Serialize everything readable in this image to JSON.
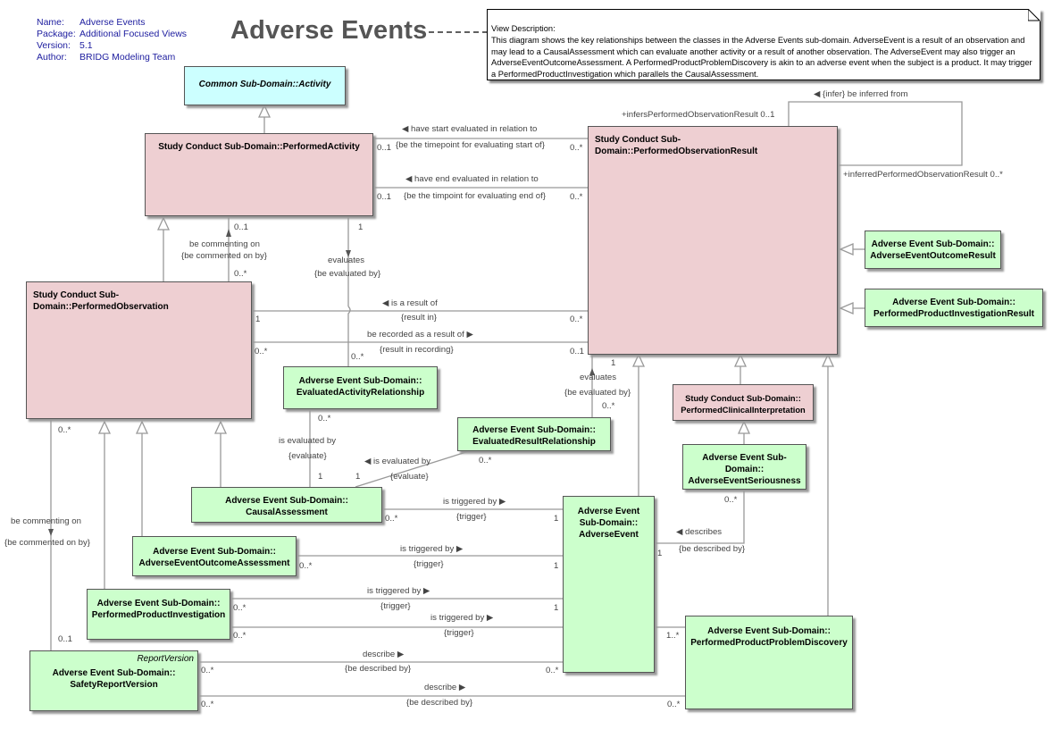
{
  "meta": {
    "name_key": "Name:",
    "name": "Adverse Events",
    "package_key": "Package:",
    "package": "Additional Focused Views",
    "version_key": "Version:",
    "version": "5.1",
    "author_key": "Author:",
    "author": "BRIDG Modeling Team"
  },
  "title": "Adverse Events",
  "note": {
    "heading": "View Description:",
    "body": "This diagram shows the key relationships between the classes in the Adverse Events sub-domain.  AdverseEvent is a result of an observation and may lead to a CausalAssessment which can evaluate another activity or a result of another observation.  The AdverseEvent may also trigger an AdverseEventOutcomeAssessment.  A PerformedProductProblemDiscovery is akin to an adverse event when the subject is a product.  It may trigger a PerformedProductInvestigation which parallels the CausalAssessment."
  },
  "classes": {
    "activity": "Common Sub-Domain::Activity",
    "performed_activity": "Study Conduct Sub-Domain::PerformedActivity",
    "performed_observation": "Study Conduct Sub-Domain::PerformedObservation",
    "performed_observation_result": "Study Conduct Sub-Domain::PerformedObservationResult",
    "ae_outcome_result_1": "Adverse Event Sub-Domain::",
    "ae_outcome_result_2": "AdverseEventOutcomeResult",
    "ppi_result_1": "Adverse Event Sub-Domain::",
    "ppi_result_2": "PerformedProductInvestigationResult",
    "ear_1": "Adverse Event Sub-Domain::",
    "ear_2": "EvaluatedActivityRelationship",
    "err_1": "Adverse Event Sub-Domain::",
    "err_2": "EvaluatedResultRelationship",
    "pci_1": "Study Conduct Sub-Domain::",
    "pci_2": "PerformedClinicalInterpretation",
    "seriousness_1": "Adverse Event Sub-",
    "seriousness_2": "Domain::",
    "seriousness_3": "AdverseEventSeriousness",
    "causal_1": "Adverse Event Sub-Domain::",
    "causal_2": "CausalAssessment",
    "adverse_event_1": "Adverse Event",
    "adverse_event_2": "Sub-Domain::",
    "adverse_event_3": "AdverseEvent",
    "outcome_assessment_1": "Adverse Event Sub-Domain::",
    "outcome_assessment_2": "AdverseEventOutcomeAssessment",
    "ppi_1": "Adverse Event Sub-Domain::",
    "ppi_2": "PerformedProductInvestigation",
    "safety_stereo": "ReportVersion",
    "safety_1": "Adverse Event Sub-Domain::",
    "safety_2": "SafetyReportVersion",
    "pppd_1": "Adverse Event Sub-Domain::",
    "pppd_2": "PerformedProductProblemDiscovery"
  },
  "labels": {
    "start_eval": "◀ have start evaluated in relation to",
    "start_eval_rev": "{be the timepoint for evaluating start of}",
    "end_eval": "◀ have end evaluated in relation to",
    "end_eval_rev": "{be the timpoint for evaluating end of}",
    "m_01_a": "0..1",
    "m_0s_a": "0..*",
    "m_01_b": "0..1",
    "m_0s_b": "0..*",
    "infers": "+infersPerformedObservationResult 0..1",
    "infer": "◀ {infer} be inferred from",
    "inferred": "+inferredPerformedObservationResult 0..*",
    "commenting": "be commenting on",
    "commented": "{be commented on by}",
    "m_01_c": "0..1",
    "m_0s_c": "0..*",
    "m_1_d": "1",
    "evaluates": "evaluates",
    "evaluated_by": "{be evaluated by}",
    "result_of": "◀ is a result of",
    "result_in": "{result in}",
    "m_1_e": "1",
    "m_0s_e": "0..*",
    "recorded": "be recorded as a result of ▶",
    "result_recording": "{result in recording}",
    "m_0s_f": "0..*",
    "m_01_f": "0..1",
    "m_0s_g": "0..*",
    "m_1_h": "1",
    "evaluates2": "evaluates",
    "evaluated_by2": "{be evaluated by}",
    "m_0s_h": "0..*",
    "m_0s_i": "0..*",
    "is_evaluated_by": "is evaluated by",
    "evaluate": "{evaluate}",
    "m_1_i": "1",
    "is_evaluated_by2": "◀ is evaluated by",
    "evaluate2": "{evaluate}",
    "m_1_j": "1",
    "m_0s_j": "0..*",
    "m_0s_k": "0..*",
    "triggered1": "is triggered by ▶",
    "trigger1": "{trigger}",
    "m_0s_l": "0..*",
    "m_1_l": "1",
    "describes": "◀ describes",
    "described_by": "{be described by}",
    "m_0s_m": "0..*",
    "m_1_m": "1",
    "commenting2": "be commenting on",
    "commented2": "{be commented on by}",
    "m_0s_n": "0..*",
    "m_01_n": "0..1",
    "triggered2": "is triggered by ▶",
    "trigger2": "{trigger}",
    "m_0s_o": "0..*",
    "m_1_o": "1",
    "triggered3": "is triggered by ▶",
    "trigger3": "{trigger}",
    "m_0s_p": "0..*",
    "m_1_p": "1",
    "triggered4": "is triggered by ▶",
    "trigger4": "{trigger}",
    "m_0s_q": "0..*",
    "m_1s_q": "1..*",
    "describe1": "describe ▶",
    "described_by1": "{be described by}",
    "m_0s_r": "0..*",
    "m_0s_r2": "0..*",
    "describe2": "describe ▶",
    "described_by2": "{be described by}",
    "m_0s_s": "0..*",
    "m_0s_s2": "0..*"
  }
}
